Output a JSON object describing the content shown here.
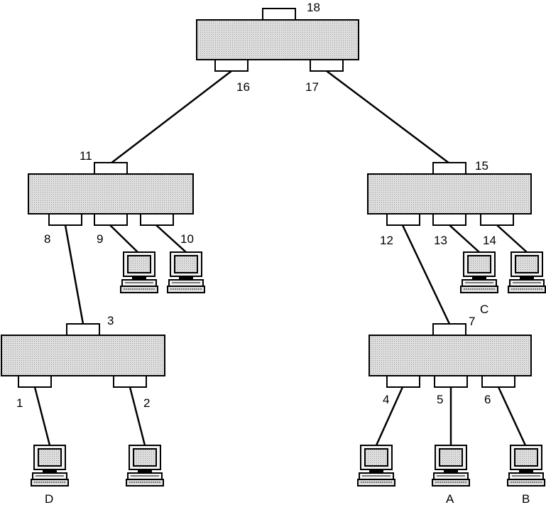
{
  "diagram": {
    "ports": [
      "1",
      "2",
      "3",
      "4",
      "5",
      "6",
      "7",
      "8",
      "9",
      "10",
      "11",
      "12",
      "13",
      "14",
      "15",
      "16",
      "17",
      "18"
    ],
    "hosts": [
      "D",
      "A",
      "B",
      "C"
    ],
    "colors": {
      "box_fill": "#d8d8d8",
      "line": "#000000"
    }
  }
}
